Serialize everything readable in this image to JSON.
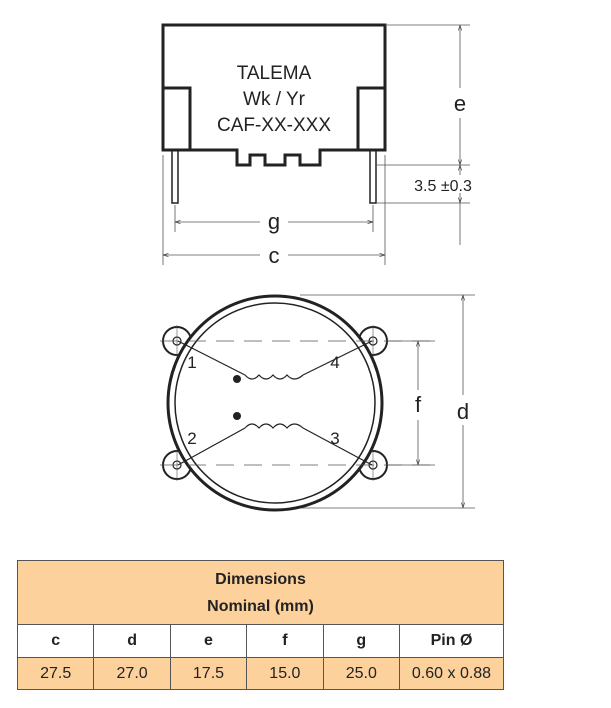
{
  "drawing": {
    "marking": [
      "TALEMA",
      "Wk / Yr",
      "CAF-XX-XXX"
    ],
    "dims": {
      "c": "c",
      "d": "d",
      "e": "e",
      "f": "f",
      "g": "g",
      "pin": "3.5 ±0.3"
    },
    "pins": [
      "1",
      "2",
      "3",
      "4"
    ]
  },
  "table": {
    "title": "Dimensions",
    "subtitle": "Nominal (mm)",
    "headers": [
      "c",
      "d",
      "e",
      "f",
      "g",
      "Pin Ø"
    ],
    "values": [
      "27.5",
      "27.0",
      "17.5",
      "15.0",
      "25.0",
      "0.60 x 0.88"
    ]
  },
  "colors": {
    "table_fill": "#fdd19c"
  }
}
